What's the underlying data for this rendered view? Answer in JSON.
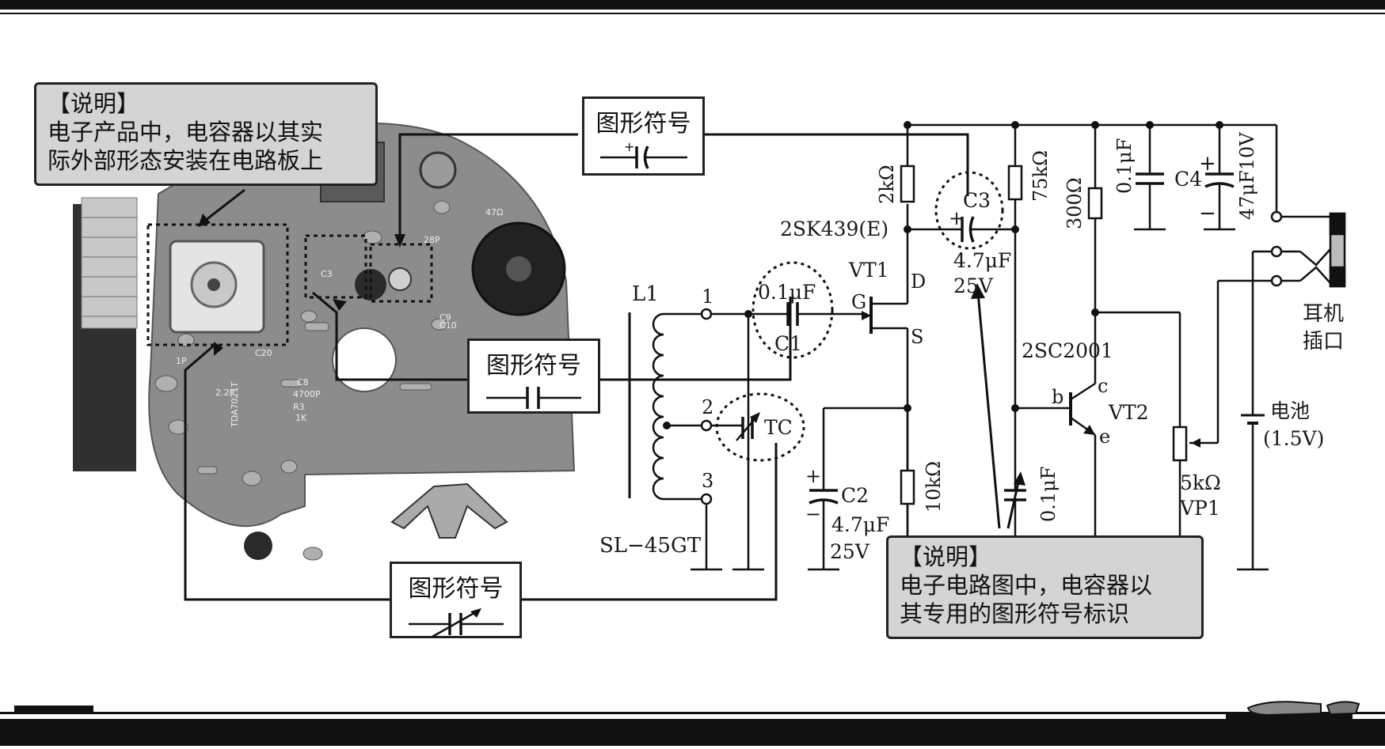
{
  "notes": {
    "photo": {
      "title": "【说明】",
      "line1": "电子产品中，电容器以其实",
      "line2": "际外部形态安装在电路板上"
    },
    "circuit": {
      "title": "【说明】",
      "line1": "电子电路图中，电容器以",
      "line2": "其专用的图形符号标识"
    }
  },
  "symbol_boxes": {
    "electrolytic": {
      "label": "图形符号",
      "symbol": "electrolytic-capacitor"
    },
    "fixed": {
      "label": "图形符号",
      "symbol": "fixed-capacitor"
    },
    "variable": {
      "label": "图形符号",
      "symbol": "variable-capacitor"
    }
  },
  "pcb_labels": {
    "c1": "47Ω",
    "c2": "28P",
    "c3": "C9",
    "c4": "C8",
    "c5": "4700P",
    "c6": "R3",
    "c7": "1K",
    "c8": "C20",
    "c9": "1P",
    "c10": "TDA7021T",
    "c11": "C10",
    "c12": "C3",
    "c13": "2.2P"
  },
  "components": {
    "l1": {
      "name": "L1",
      "part": "SL−45GT",
      "pin1": "1",
      "pin2": "2",
      "pin3": "3"
    },
    "c1": {
      "name": "C1",
      "value": "0.1μF"
    },
    "tc": {
      "name": "TC"
    },
    "vt1": {
      "name": "VT1",
      "part": "2SK439(E)",
      "g": "G",
      "d": "D",
      "s": "S"
    },
    "r_2k": {
      "value": "2kΩ"
    },
    "c3": {
      "name": "C3",
      "value": "4.7μF",
      "voltage": "25V"
    },
    "r_75k": {
      "value": "75kΩ"
    },
    "r_300": {
      "value": "300Ω"
    },
    "c_01a": {
      "value": "0.1μF"
    },
    "c4": {
      "name": "C4",
      "value": "47μF10V"
    },
    "c2": {
      "name": "C2",
      "value": "4.7μF",
      "voltage": "25V"
    },
    "r_10k": {
      "value": "10kΩ"
    },
    "c_01b": {
      "value": "0.1μF"
    },
    "vt2": {
      "name": "VT2",
      "part": "2SC2001",
      "b": "b",
      "c": "c",
      "e": "e"
    },
    "vp1": {
      "name": "VP1",
      "value": "5kΩ"
    },
    "battery": {
      "name": "电池",
      "value": "(1.5V)"
    },
    "jack": {
      "line1": "耳机",
      "line2": "插口"
    }
  },
  "colors": {
    "ink": "#1a1a1a",
    "note_bg": "#d4d4d4",
    "pcb": "#8c8c8c",
    "pcb_dark": "#5a5a5a"
  }
}
